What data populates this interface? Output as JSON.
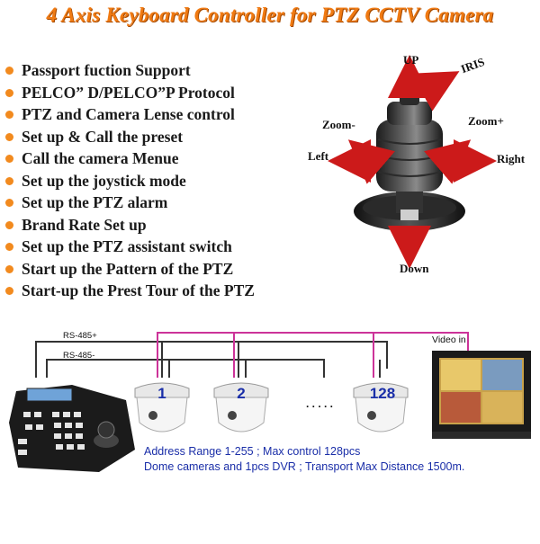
{
  "title": "4 Axis Keyboard Controller for PTZ CCTV Camera",
  "features": [
    "Passport fuction Support",
    "PELCO” D/PELCO”P Protocol",
    "PTZ  and Camera Lense control",
    "Set up & Call the preset",
    "Call the camera Menue",
    "Set up the joystick mode",
    "Set up the PTZ alarm",
    "Brand Rate Set up",
    "Set up the PTZ assistant switch",
    "Start up the Pattern of the PTZ",
    "Start-up the Prest Tour of the PTZ"
  ],
  "directions": {
    "up": "UP",
    "iris": "IRIS",
    "zoom_out": "Zoom-",
    "zoom_in": "Zoom+",
    "left": "Left",
    "right": "Right",
    "down": "Down"
  },
  "wiring": {
    "rs485_plus": "RS-485+",
    "rs485_minus": "RS-485-",
    "video_in": "Video in"
  },
  "cameras": [
    "1",
    "2",
    "128"
  ],
  "ellipsis": ". . . . .",
  "notes": [
    "Address Range 1-255 ; Max control 128pcs",
    "Dome cameras and 1pcs DVR ; Transport Max Distance 1500m."
  ],
  "colors": {
    "title": "#f07a12",
    "bullet": "#f28a1e",
    "arrow": "#cc1a1a",
    "wire_black": "#333333",
    "wire_magenta": "#cc3399",
    "note_text": "#1a2ea8"
  }
}
